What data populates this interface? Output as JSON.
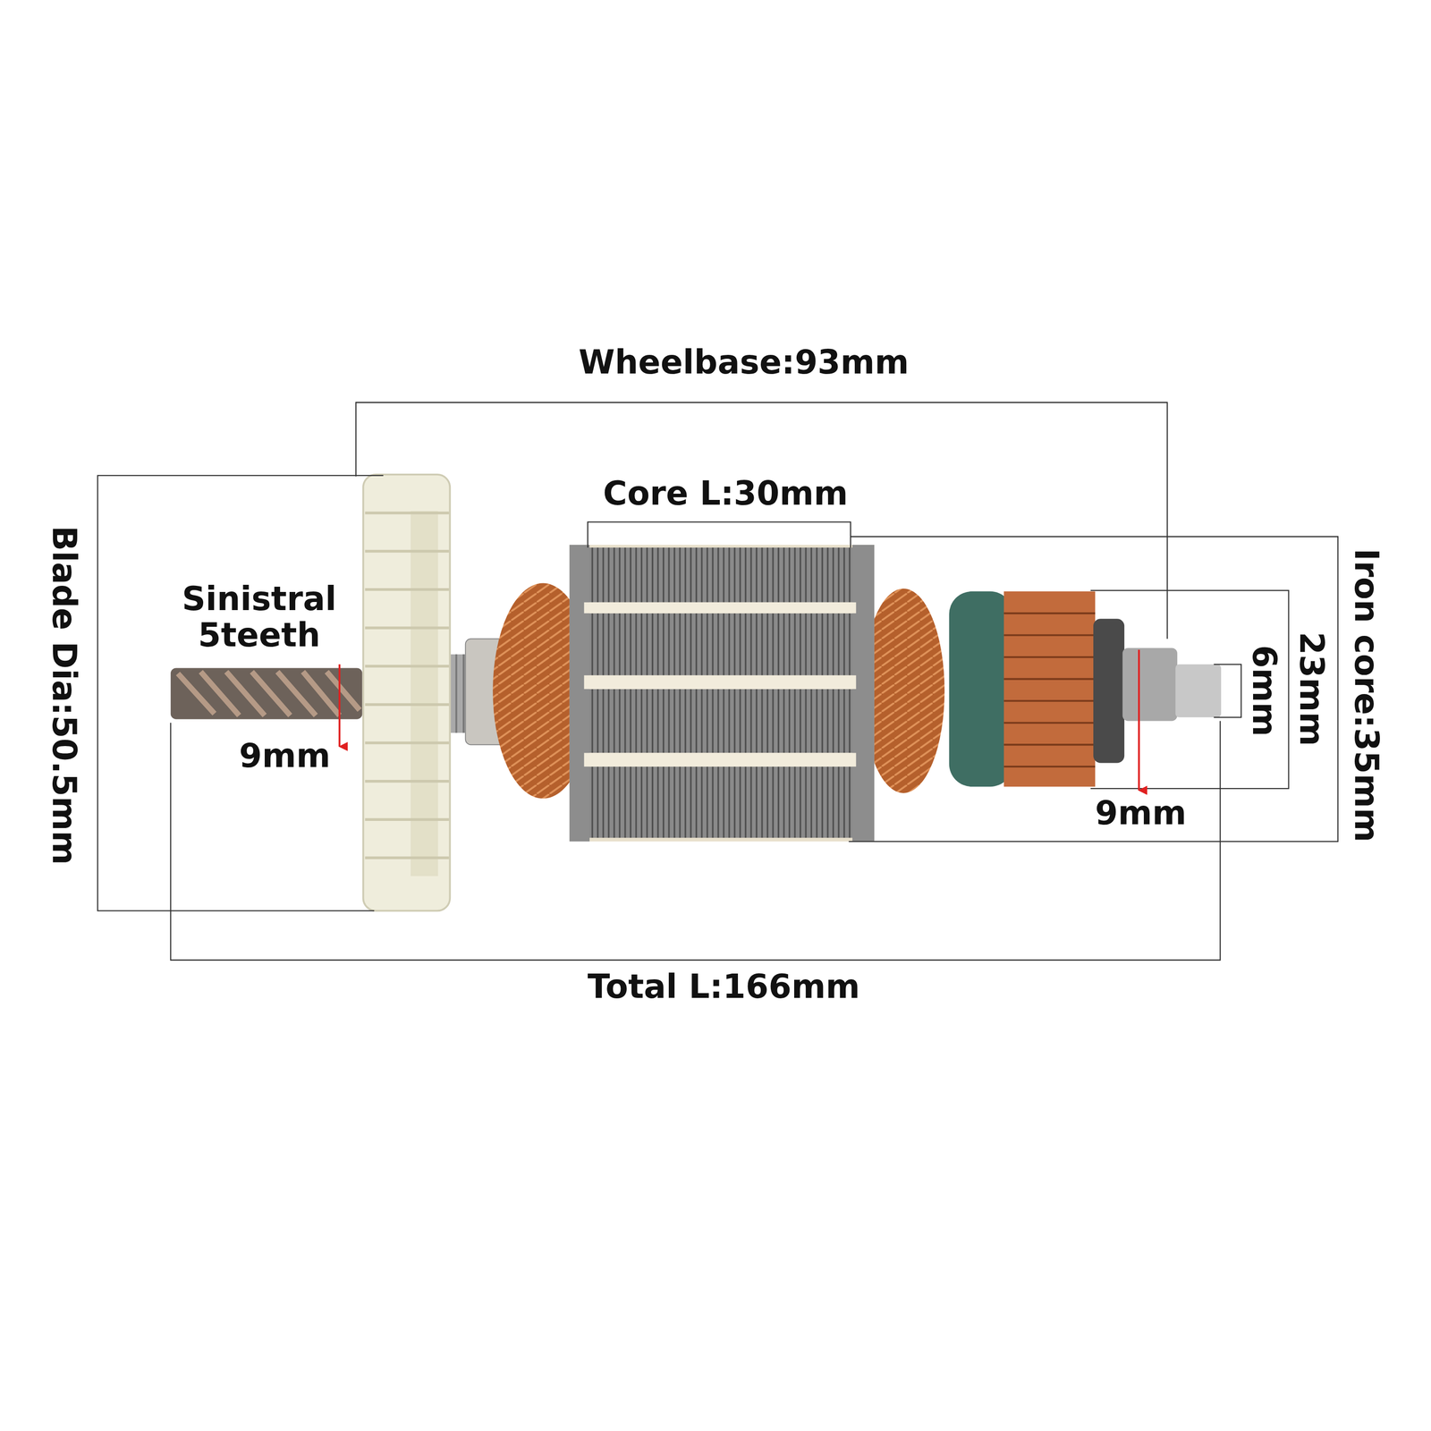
{
  "diagram": {
    "labels": [
      "Wheelbase:93mm",
      "Core L:30mm",
      "Sinistral 5teeth",
      "Blade Dia:50.5mm",
      "9mm",
      "Iron core:35mm",
      "23mm",
      "6mm",
      "9mm",
      "Total L:166mm"
    ]
  }
}
